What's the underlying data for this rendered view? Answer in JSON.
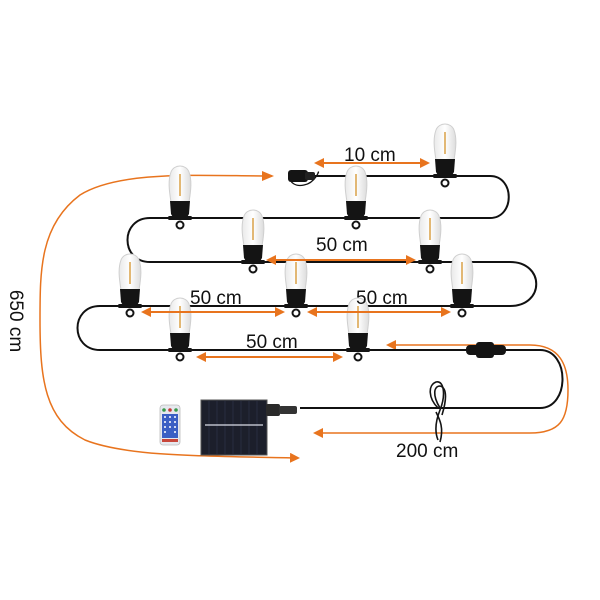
{
  "diagram": {
    "title": "Solar string lights dimension diagram",
    "accent_color": "#E8741E",
    "wire_color": "#111111",
    "measurements": {
      "bulb_first_gap": {
        "value": "10",
        "unit": "cm"
      },
      "bulb_spacing_row2": {
        "value": "50",
        "unit": "cm"
      },
      "bulb_spacing_row3_left": {
        "value": "50",
        "unit": "cm"
      },
      "bulb_spacing_row3_right": {
        "value": "50",
        "unit": "cm"
      },
      "bulb_spacing_row4": {
        "value": "50",
        "unit": "cm"
      },
      "total_light_length": {
        "value": "650",
        "unit": "cm"
      },
      "lead_cable_length": {
        "value": "200",
        "unit": "cm"
      }
    },
    "components": {
      "bulbs": {
        "count": 10,
        "icon": "led-filament-bulb-icon"
      },
      "connector": {
        "icon": "waterproof-connector-icon"
      },
      "solar_panel": {
        "icon": "solar-panel-icon"
      },
      "remote": {
        "icon": "remote-control-icon",
        "button_colors": [
          "#3a9a4a",
          "#c43a3a",
          "#3a9a4a"
        ],
        "body_color": "#3b5fc4"
      },
      "coiled_cable": {
        "icon": "coiled-cable-icon"
      }
    },
    "labels": {
      "m10": "10 cm",
      "m50a": "50 cm",
      "m50b": "50 cm",
      "m50c": "50 cm",
      "m50d": "50 cm",
      "m650": "650 cm",
      "m200": "200 cm"
    }
  }
}
